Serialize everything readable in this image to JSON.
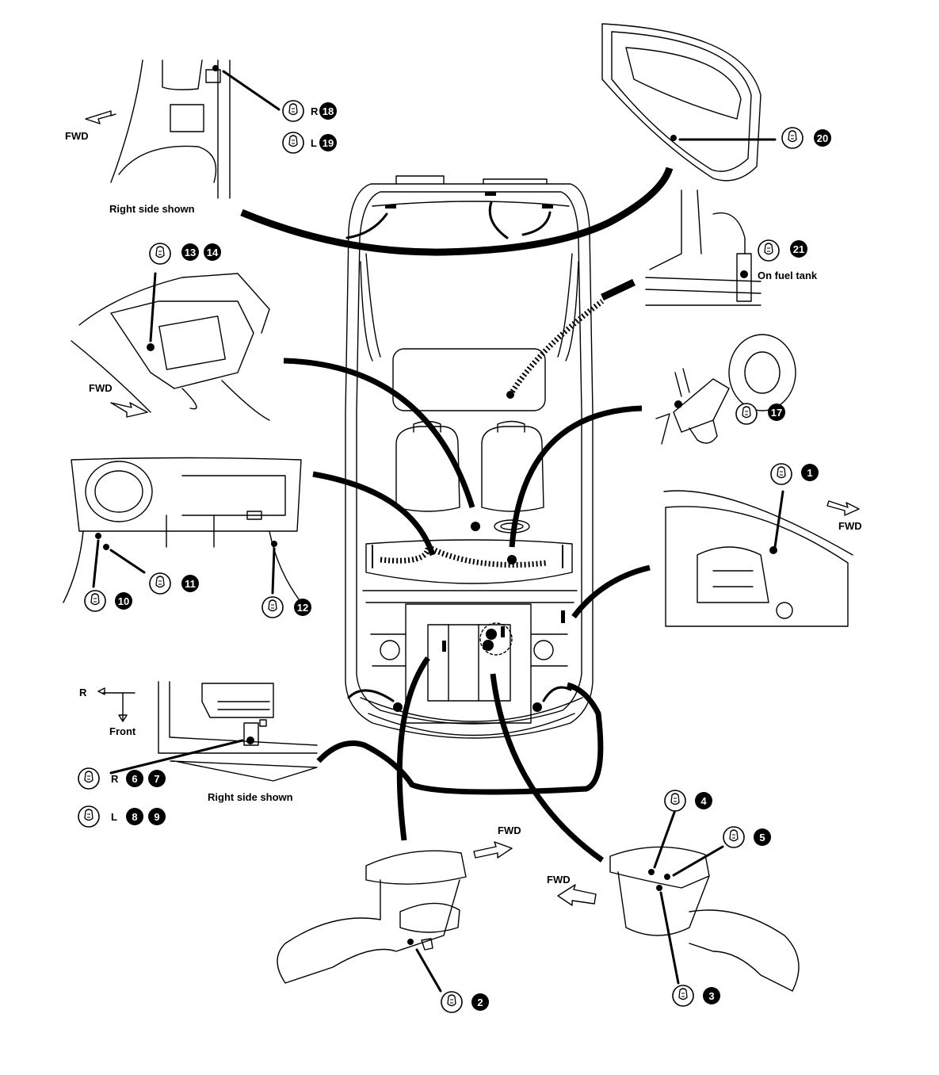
{
  "labels": {
    "fwd": "FWD",
    "right_side_shown": "Right side shown",
    "on_fuel_tank": "On fuel tank",
    "r": "R",
    "l": "L",
    "front": "Front"
  },
  "callouts": [
    {
      "id": "c1",
      "side": "",
      "numbers": [
        "1"
      ]
    },
    {
      "id": "c2",
      "side": "",
      "numbers": [
        "2"
      ]
    },
    {
      "id": "c3",
      "side": "",
      "numbers": [
        "3"
      ]
    },
    {
      "id": "c4",
      "side": "",
      "numbers": [
        "4"
      ]
    },
    {
      "id": "c5",
      "side": "",
      "numbers": [
        "5"
      ]
    },
    {
      "id": "c67",
      "side": "R",
      "numbers": [
        "6",
        "7"
      ]
    },
    {
      "id": "c89",
      "side": "L",
      "numbers": [
        "8",
        "9"
      ]
    },
    {
      "id": "c10",
      "side": "",
      "numbers": [
        "10"
      ]
    },
    {
      "id": "c11",
      "side": "",
      "numbers": [
        "11"
      ]
    },
    {
      "id": "c12",
      "side": "",
      "numbers": [
        "12"
      ]
    },
    {
      "id": "c1314",
      "side": "",
      "numbers": [
        "13",
        "14"
      ]
    },
    {
      "id": "c17",
      "side": "",
      "numbers": [
        "17"
      ]
    },
    {
      "id": "c18",
      "side": "R",
      "numbers": [
        "18"
      ]
    },
    {
      "id": "c19",
      "side": "L",
      "numbers": [
        "19"
      ]
    },
    {
      "id": "c20",
      "side": "",
      "numbers": [
        "20"
      ]
    },
    {
      "id": "c21",
      "side": "",
      "numbers": [
        "21"
      ]
    }
  ]
}
